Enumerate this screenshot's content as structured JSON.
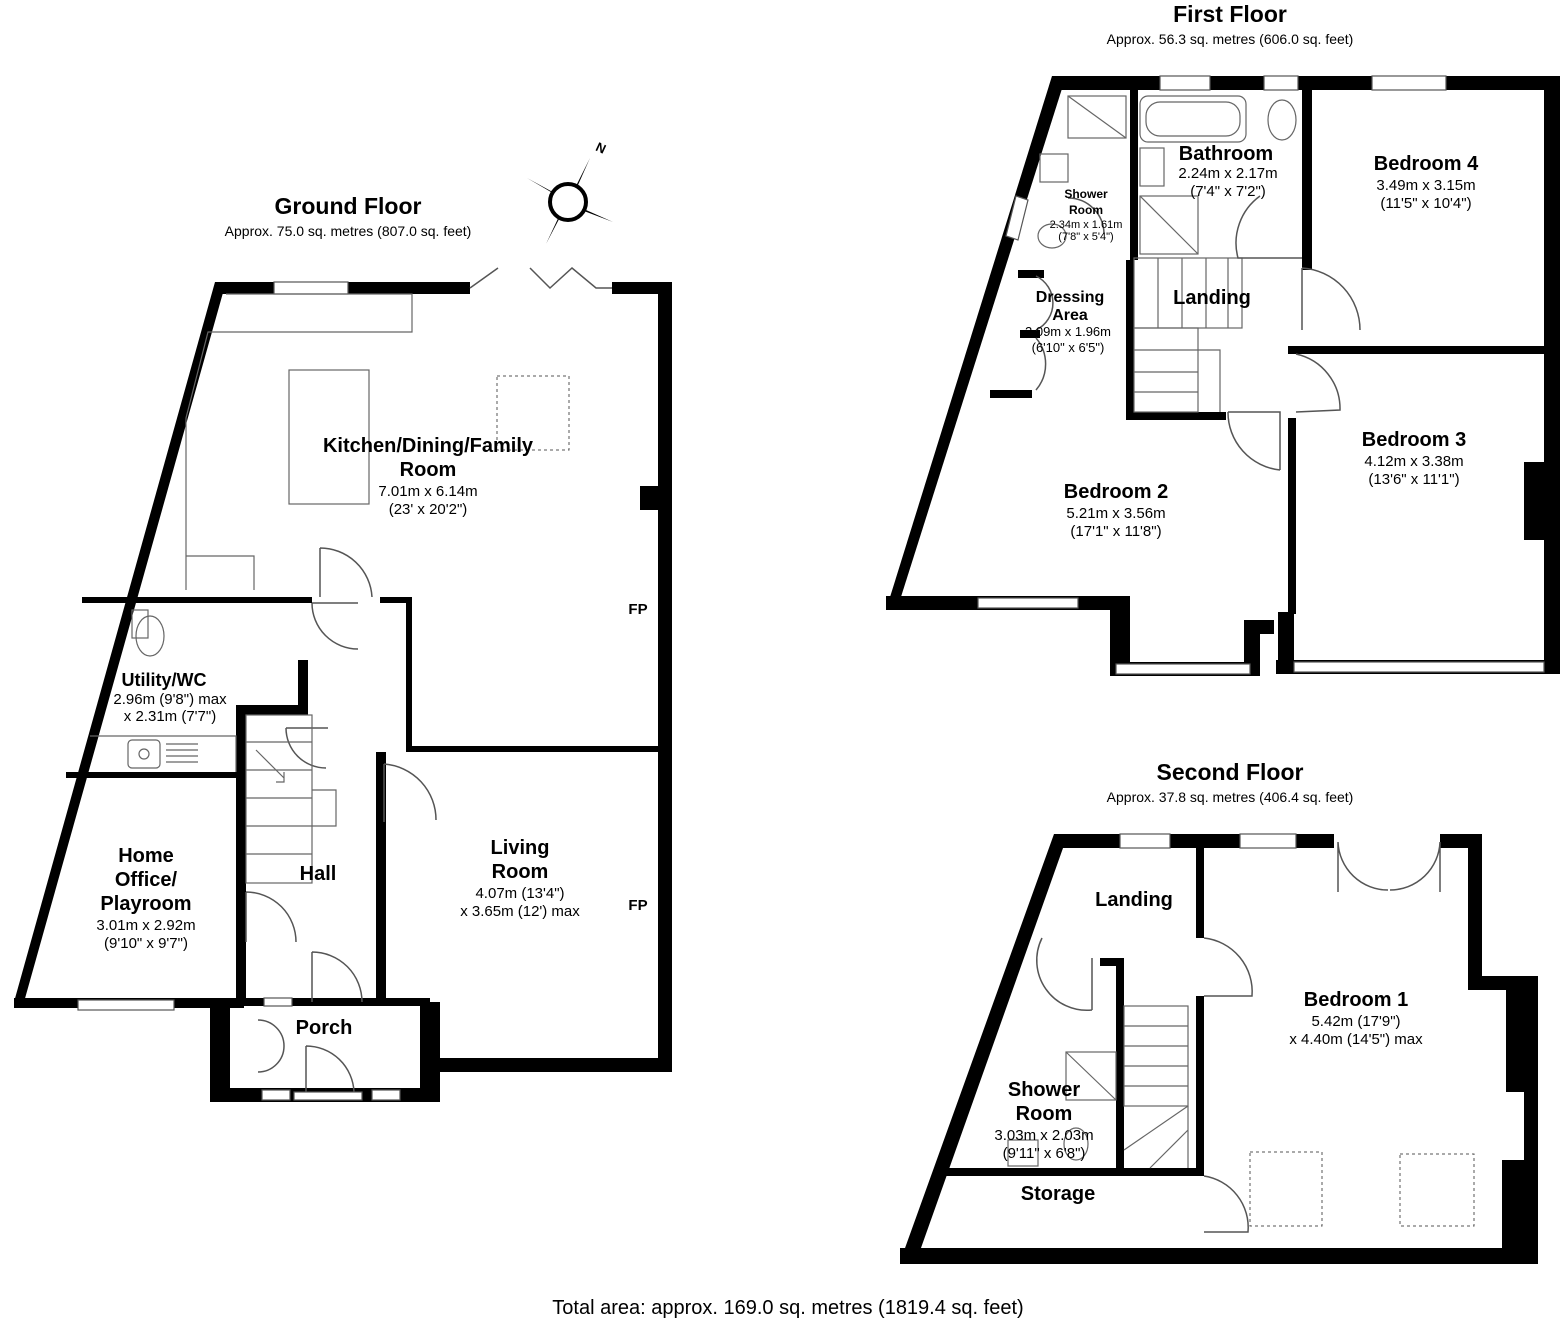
{
  "floors": {
    "ground": {
      "title": "Ground Floor",
      "area": "Approx. 75.0 sq. metres (807.0 sq. feet)",
      "rooms": {
        "kitchen": {
          "name1": "Kitchen/Dining/Family",
          "name2": "Room",
          "dim1": "7.01m x 6.14m",
          "dim2": "(23' x 20'2\")"
        },
        "utility": {
          "name1": "Utility/WC",
          "dim1": "2.96m (9'8\") max",
          "dim2": "x 2.31m (7'7\")"
        },
        "office": {
          "name1": "Home",
          "name2": "Office/",
          "name3": "Playroom",
          "dim1": "3.01m x 2.92m",
          "dim2": "(9'10\" x 9'7\")"
        },
        "hall": {
          "name1": "Hall"
        },
        "living": {
          "name1": "Living",
          "name2": "Room",
          "dim1": "4.07m (13'4\")",
          "dim2": "x 3.65m (12') max"
        },
        "porch": {
          "name1": "Porch"
        }
      },
      "fp_label": "FP"
    },
    "first": {
      "title": "First Floor",
      "area": "Approx. 56.3 sq. metres (606.0 sq. feet)",
      "rooms": {
        "bathroom": {
          "name1": "Bathroom",
          "dim1": "2.24m x 2.17m",
          "dim2": "(7'4\" x 7'2\")"
        },
        "shower": {
          "name1": "Shower",
          "name2": "Room",
          "dim1": "2.34m x 1.61m",
          "dim2": "(7'8\" x 5'4\")"
        },
        "bedroom4": {
          "name1": "Bedroom 4",
          "dim1": "3.49m x 3.15m",
          "dim2": "(11'5\" x 10'4\")"
        },
        "landing": {
          "name1": "Landing"
        },
        "dressing": {
          "name1": "Dressing",
          "name2": "Area",
          "dim1": "2.09m x 1.96m",
          "dim2": "(6'10\" x 6'5\")"
        },
        "bedroom3": {
          "name1": "Bedroom 3",
          "dim1": "4.12m x 3.38m",
          "dim2": "(13'6\" x 11'1\")"
        },
        "bedroom2": {
          "name1": "Bedroom 2",
          "dim1": "5.21m x 3.56m",
          "dim2": "(17'1\" x 11'8\")"
        }
      }
    },
    "second": {
      "title": "Second Floor",
      "area": "Approx. 37.8 sq. metres (406.4 sq. feet)",
      "rooms": {
        "landing": {
          "name1": "Landing"
        },
        "bedroom1": {
          "name1": "Bedroom 1",
          "dim1": "5.42m (17'9\")",
          "dim2": "x 4.40m (14'5\") max"
        },
        "shower": {
          "name1": "Shower",
          "name2": "Room",
          "dim1": "3.03m x 2.03m",
          "dim2": "(9'11\" x 6'8\")"
        },
        "storage": {
          "name1": "Storage"
        }
      }
    }
  },
  "compass": {
    "label": "N"
  },
  "total_area": "Total area: approx. 169.0 sq. metres (1819.4 sq. feet)"
}
